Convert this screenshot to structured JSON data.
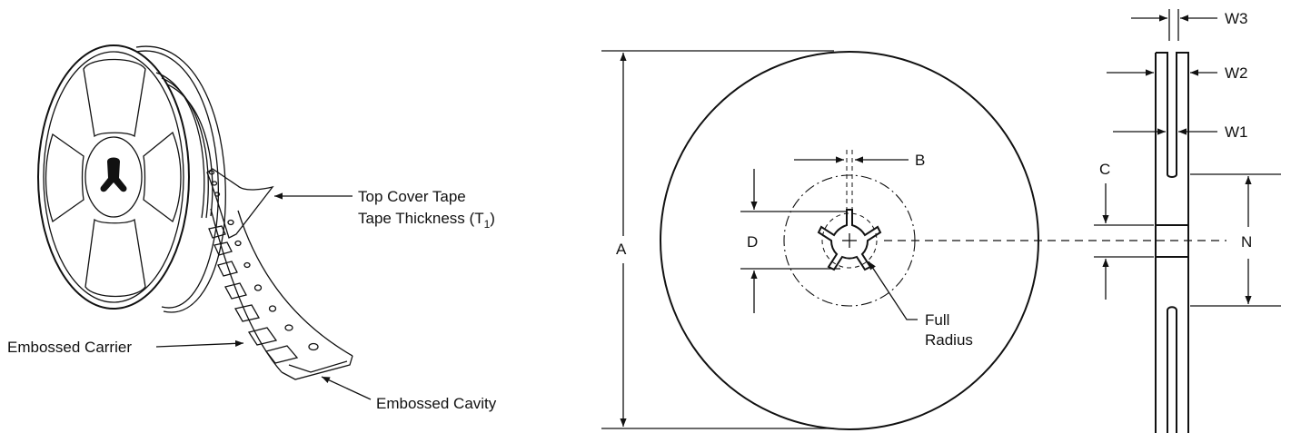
{
  "labels": {
    "top_cover_tape": "Top Cover Tape",
    "tape_thickness": "Tape Thickness (T",
    "tape_thickness_sub": "1",
    "tape_thickness_close": ")",
    "embossed_carrier": "Embossed Carrier",
    "embossed_cavity": "Embossed Cavity",
    "dim_a": "A",
    "dim_b": "B",
    "dim_c": "C",
    "dim_d": "D",
    "dim_n": "N",
    "dim_w1": "W1",
    "dim_w2": "W2",
    "dim_w3": "W3",
    "full_radius_1": "Full",
    "full_radius_2": "Radius"
  }
}
